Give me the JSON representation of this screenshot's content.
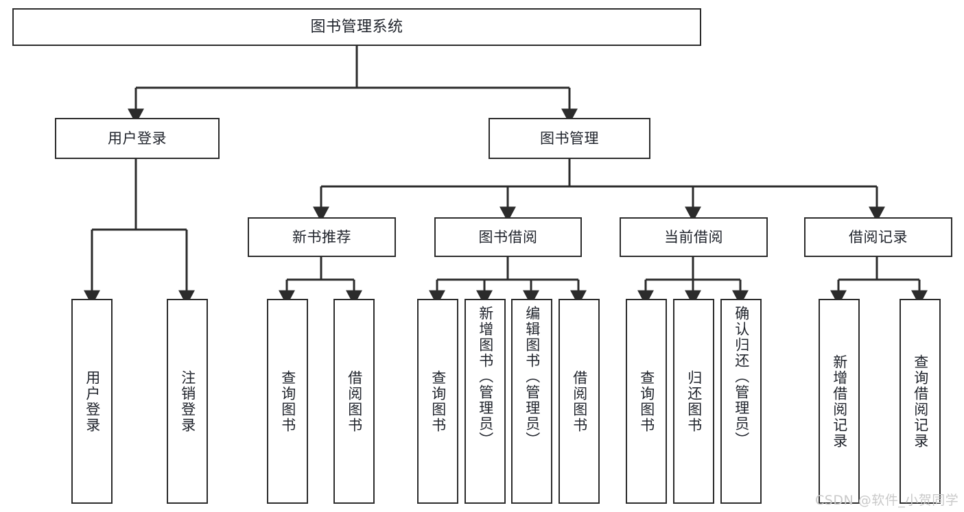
{
  "diagram": {
    "title": "图书管理系统",
    "type": "hierarchy-tree",
    "watermark": "CSDN @软件_小贺同学",
    "colors": {
      "box_border": "#2b2b2b",
      "box_fill": "#ffffff",
      "connector": "#2b2b2b",
      "text": "#20242c",
      "watermark": "#c9c9c9",
      "background": "#ffffff"
    },
    "nodes": {
      "root": {
        "label": "图书管理系统",
        "level": 1,
        "orientation": "horizontal"
      },
      "l2": [
        {
          "id": "user-login",
          "label": "用户登录",
          "level": 2,
          "orientation": "horizontal"
        },
        {
          "id": "book-manage",
          "label": "图书管理",
          "level": 2,
          "orientation": "horizontal"
        }
      ],
      "l3": [
        {
          "id": "new-book-recommend",
          "label": "新书推荐",
          "level": 3,
          "orientation": "horizontal",
          "parent": "book-manage"
        },
        {
          "id": "book-borrow",
          "label": "图书借阅",
          "level": 3,
          "orientation": "horizontal",
          "parent": "book-manage"
        },
        {
          "id": "current-borrow",
          "label": "当前借阅",
          "level": 3,
          "orientation": "horizontal",
          "parent": "book-manage"
        },
        {
          "id": "borrow-record",
          "label": "借阅记录",
          "level": 3,
          "orientation": "horizontal",
          "parent": "book-manage"
        }
      ],
      "leaves": [
        {
          "id": "leaf-user-login",
          "label": "用户登录",
          "parent": "user-login",
          "orientation": "vertical"
        },
        {
          "id": "leaf-logout-login",
          "label": "注销登录",
          "parent": "user-login",
          "orientation": "vertical"
        },
        {
          "id": "leaf-query-book-1",
          "label": "查询图书",
          "parent": "new-book-recommend",
          "orientation": "vertical"
        },
        {
          "id": "leaf-borrow-book-1",
          "label": "借阅图书",
          "parent": "new-book-recommend",
          "orientation": "vertical"
        },
        {
          "id": "leaf-query-book-2",
          "label": "查询图书",
          "parent": "book-borrow",
          "orientation": "vertical"
        },
        {
          "id": "leaf-add-book",
          "label": "新增图书（管理员）",
          "parent": "book-borrow",
          "orientation": "vertical"
        },
        {
          "id": "leaf-edit-book",
          "label": "编辑图书（管理员）",
          "parent": "book-borrow",
          "orientation": "vertical"
        },
        {
          "id": "leaf-borrow-book-2",
          "label": "借阅图书",
          "parent": "book-borrow",
          "orientation": "vertical"
        },
        {
          "id": "leaf-query-book-3",
          "label": "查询图书",
          "parent": "current-borrow",
          "orientation": "vertical"
        },
        {
          "id": "leaf-return-book",
          "label": "归还图书",
          "parent": "current-borrow",
          "orientation": "vertical"
        },
        {
          "id": "leaf-confirm-return",
          "label": "确认归还（管理员）",
          "parent": "current-borrow",
          "orientation": "vertical"
        },
        {
          "id": "leaf-add-record",
          "label": "新增借阅记录",
          "parent": "borrow-record",
          "orientation": "vertical"
        },
        {
          "id": "leaf-query-record",
          "label": "查询借阅记录",
          "parent": "borrow-record",
          "orientation": "vertical"
        }
      ]
    }
  }
}
